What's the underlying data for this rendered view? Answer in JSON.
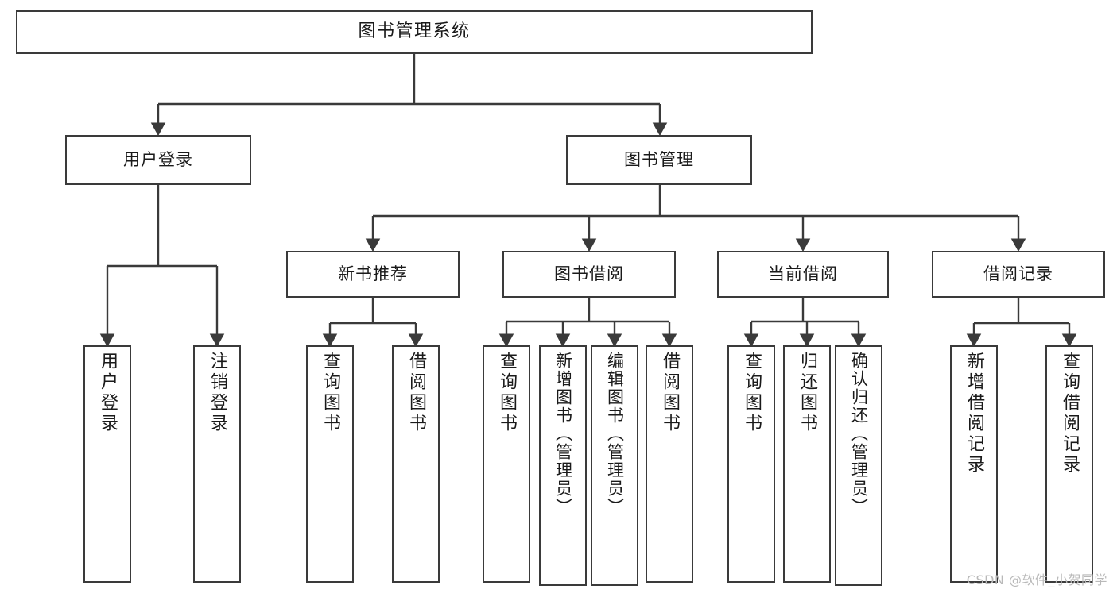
{
  "diagram": {
    "title": "图书管理系统",
    "watermark": "CSDN @软件_小贺同学",
    "stroke_color": "#3a3a3a",
    "text_color": "#1a1a1a",
    "background_color": "#ffffff",
    "watermark_color": "#b9b9b9"
  },
  "nodes": {
    "root": {
      "label": "图书管理系统"
    },
    "level1": [
      {
        "label": "用户登录"
      },
      {
        "label": "图书管理"
      }
    ],
    "level2": [
      {
        "label": "新书推荐"
      },
      {
        "label": "图书借阅"
      },
      {
        "label": "当前借阅"
      },
      {
        "label": "借阅记录"
      }
    ],
    "leaves_user_login": [
      {
        "label": "用户登录"
      },
      {
        "label": "注销登录"
      }
    ],
    "leaves_new_book": [
      {
        "label": "查询图书"
      },
      {
        "label": "借阅图书"
      }
    ],
    "leaves_borrow": [
      {
        "label": "查询图书"
      },
      {
        "label": "新增图书（管理员）"
      },
      {
        "label": "编辑图书（管理员）"
      },
      {
        "label": "借阅图书"
      }
    ],
    "leaves_current": [
      {
        "label": "查询图书"
      },
      {
        "label": "归还图书"
      },
      {
        "label": "确认归还（管理员）"
      }
    ],
    "leaves_records": [
      {
        "label": "新增借阅记录"
      },
      {
        "label": "查询借阅记录"
      }
    ]
  }
}
